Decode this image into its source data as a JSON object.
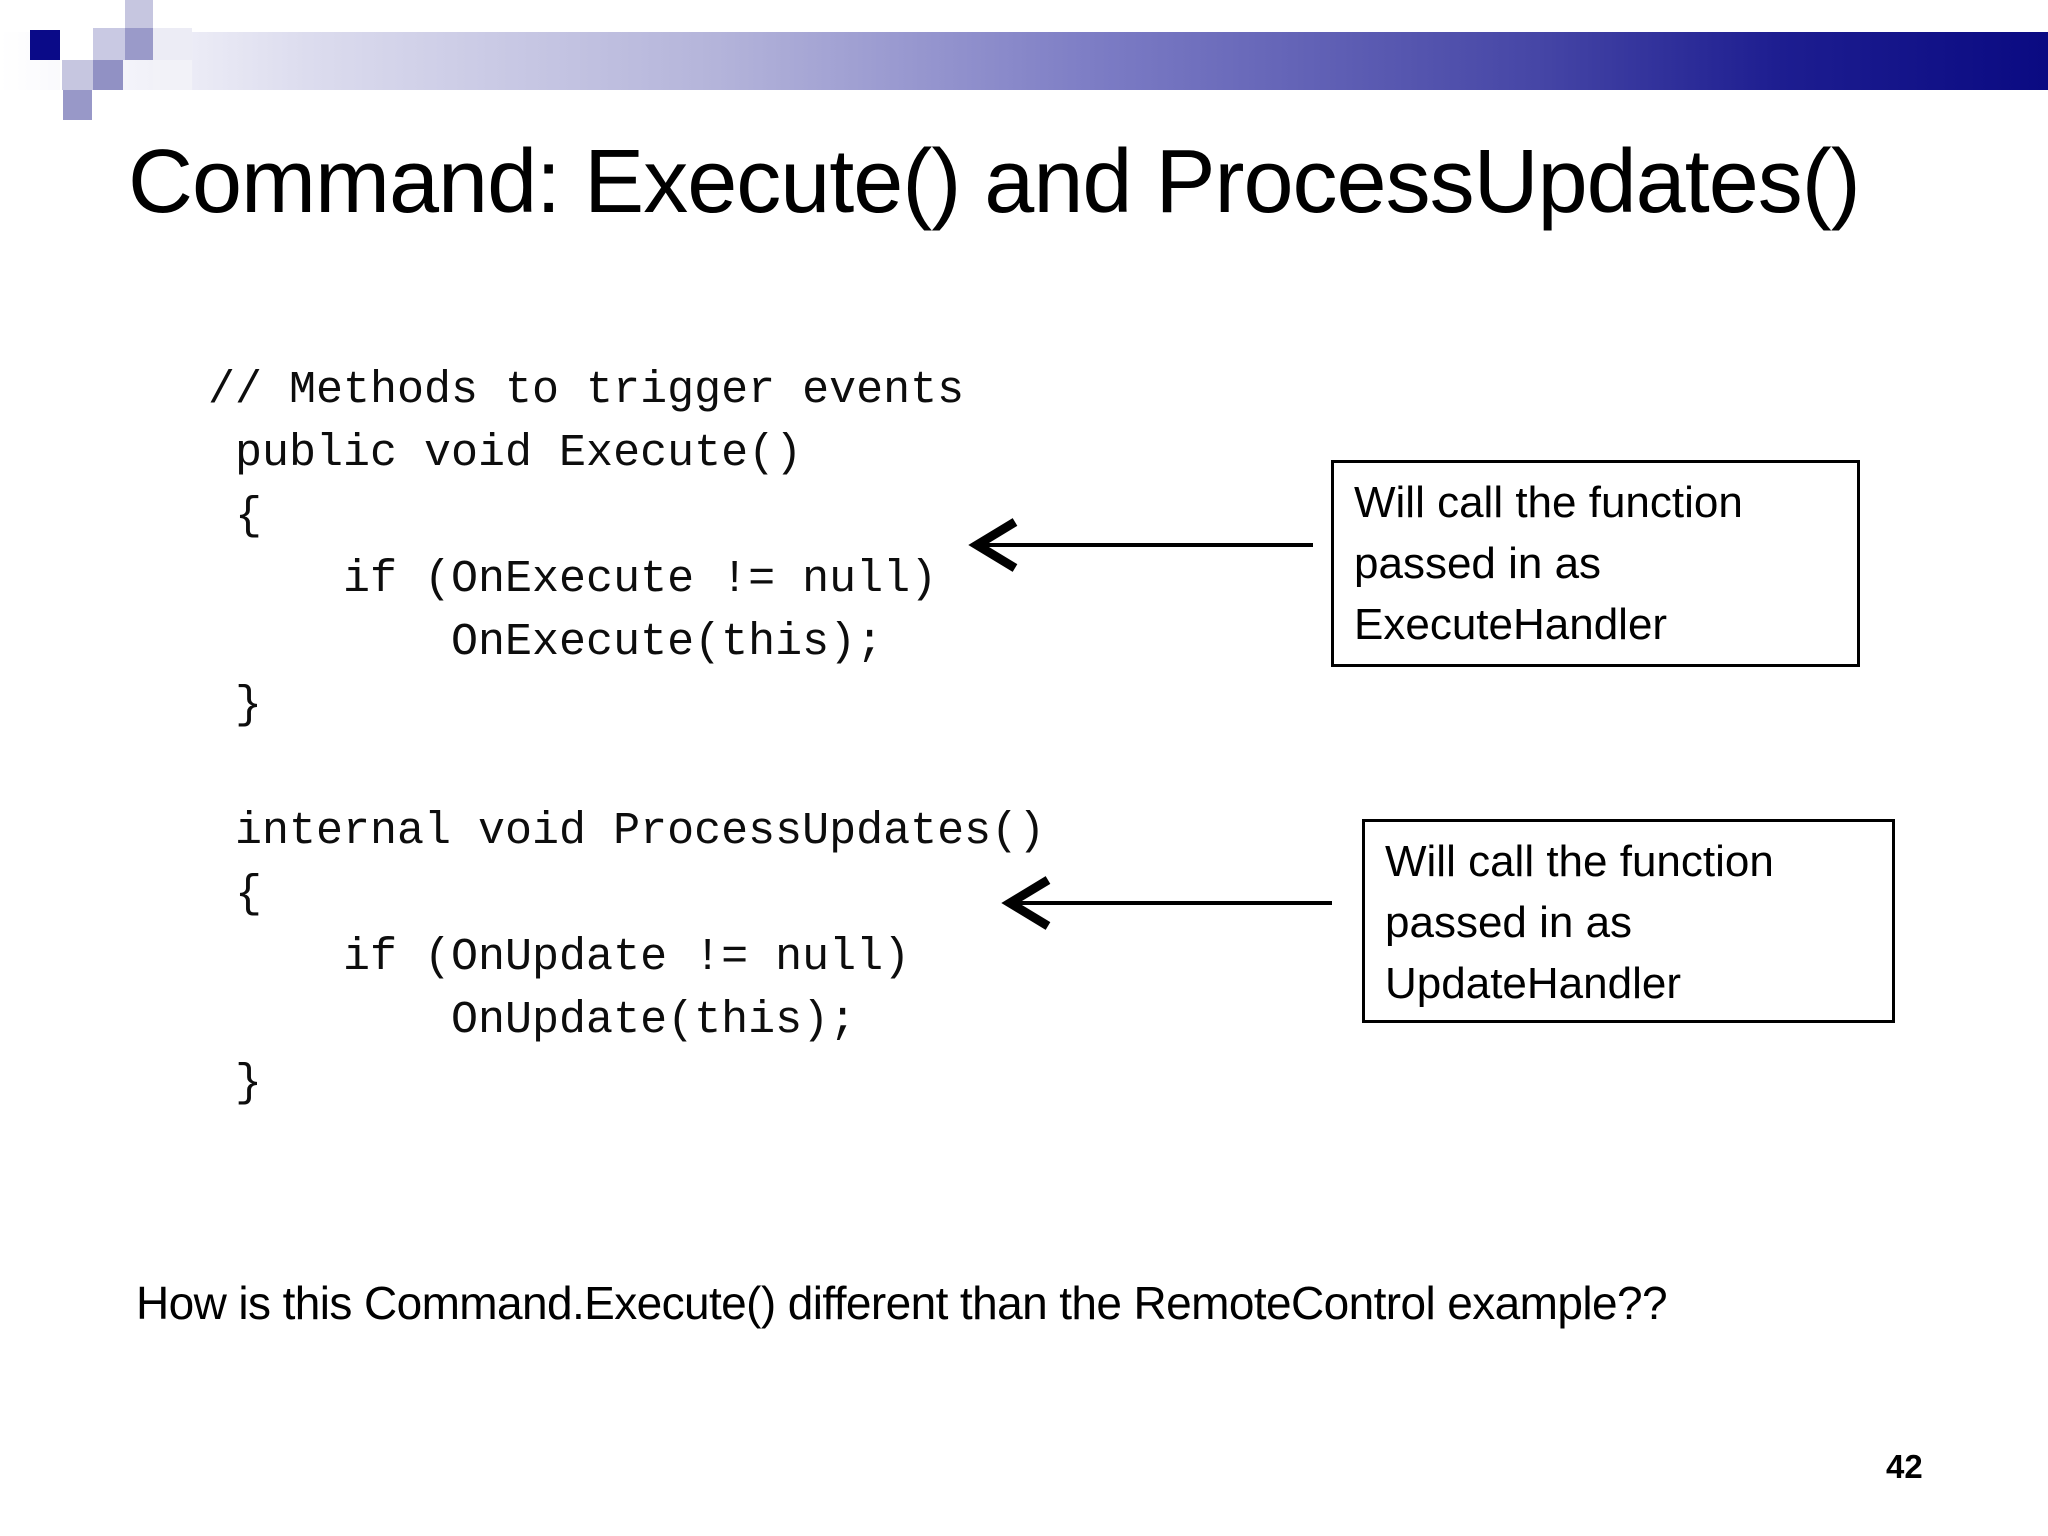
{
  "slide": {
    "title": "Command: Execute() and ProcessUpdates()",
    "code": "// Methods to trigger events\n public void Execute()\n {\n     if (OnExecute != null)\n         OnExecute(this);\n }\n\n internal void ProcessUpdates()\n {\n     if (OnUpdate != null)\n         OnUpdate(this);\n }",
    "callout_execute": "Will call the function\npassed in as\nExecuteHandler",
    "callout_update": "Will call the function\npassed in as\nUpdateHandler",
    "question": "How is this Command.Execute() different than the RemoteControl example??",
    "page_number": "42",
    "colors": {
      "header_gradient_start": "#ffffff",
      "header_gradient_mid": "#7b7bc4",
      "header_gradient_end": "#0a0a82",
      "navy_square": "#0a0a88",
      "periwinkle_square": "#9a9ac9",
      "lavender_square": "#c6c6e0",
      "text": "#000000"
    }
  }
}
